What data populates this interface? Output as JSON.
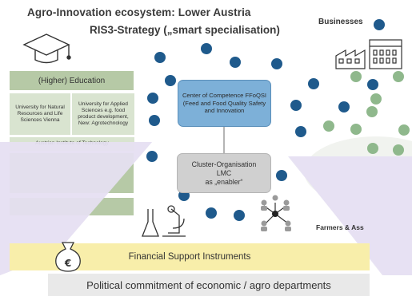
{
  "header": {
    "title": "Agro-Innovation ecosystem: Lower Austria",
    "subtitle": "RIS3-Strategy („smart specialisation)"
  },
  "labels": {
    "businesses": "Businesses",
    "farmers": "Farmers & Ass"
  },
  "education": {
    "header": "(Higher) Education",
    "univ1": "University for Natural Resources and Life Sciences Vienna",
    "univ2": "University for Applied Sciences e.g. food product development, New: Agrotechnology",
    "ait": "Austrian Institute of Technology"
  },
  "center": {
    "competence": "Center of Competence FFoQSI (Feed and Food Quality Safety and Innovation",
    "cluster_line1": "Cluster-Organisation",
    "cluster_line2": "LMC",
    "cluster_line3": "as „enabler“"
  },
  "bottom": {
    "financial": "Financial Support Instruments",
    "political": "Political commitment of economic / agro departments",
    "euro_symbol": "€"
  },
  "colors": {
    "blue_dot": "#1f5a8c",
    "green_dot": "#8fb88c",
    "edu_green": "#b6c9a6",
    "edu_light": "#d9e4d0",
    "competence_blue": "#7db0d8",
    "overlay_lavender": "#e6e1f2",
    "financial_yellow": "#f8eeaa"
  }
}
